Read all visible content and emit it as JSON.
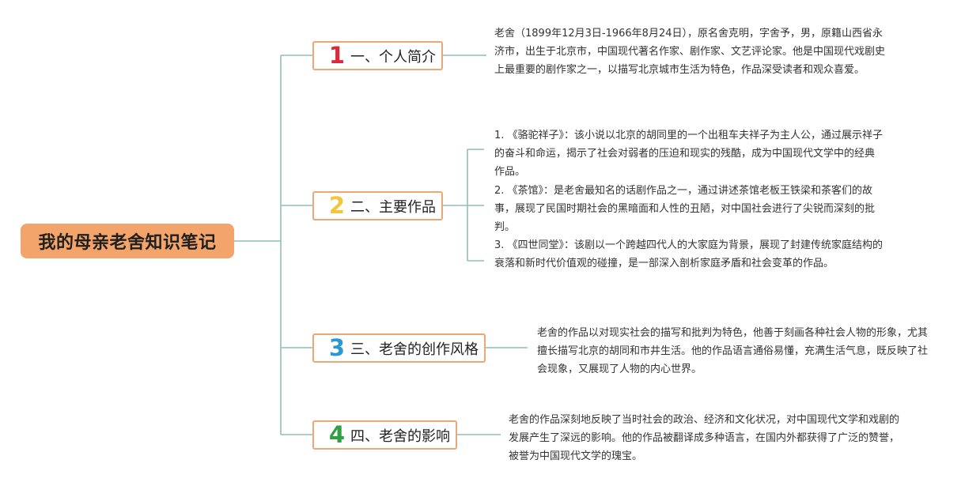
{
  "root": {
    "label": "我的母亲老舍知识笔记"
  },
  "branches": [
    {
      "number": "1",
      "number_color": "#d92b3a",
      "label": "一、个人简介",
      "notes": [
        "老舍（1899年12月3日-1966年8月24日），原名舍克明，字舍予，男，原籍山西省永济市，出生于北京市，中国现代著名作家、剧作家、文艺评论家。他是中国现代戏剧史上最重要的剧作家之一，以描写北京城市生活为特色，作品深受读者和观众喜爱。"
      ]
    },
    {
      "number": "2",
      "number_color": "#f2c53a",
      "label": "二、主要作品",
      "notes": [
        "1. 《骆驼祥子》：该小说以北京的胡同里的一个出租车夫祥子为主人公，通过展示祥子的奋斗和命运，揭示了社会对弱者的压迫和现实的残酷，成为中国现代文学中的经典作品。",
        "2. 《茶馆》：是老舍最知名的话剧作品之一，通过讲述茶馆老板王铁梁和茶客们的故事，展现了民国时期社会的黑暗面和人性的丑陋，对中国社会进行了尖锐而深刻的批判。",
        "3. 《四世同堂》：该剧以一个跨越四代人的大家庭为背景，展现了封建传统家庭结构的衰落和新时代价值观的碰撞，是一部深入剖析家庭矛盾和社会变革的作品。"
      ]
    },
    {
      "number": "3",
      "number_color": "#2a98d4",
      "label": "三、老舍的创作风格",
      "notes": [
        "老舍的作品以对现实社会的描写和批判为特色，他善于刻画各种社会人物的形象，尤其擅长描写北京的胡同和市井生活。他的作品语言通俗易懂，充满生活气息，既反映了社会现象，又展现了人物的内心世界。"
      ]
    },
    {
      "number": "4",
      "number_color": "#2f9e44",
      "label": "四、老舍的影响",
      "notes": [
        "老舍的作品深刻地反映了当时社会的政治、经济和文化状况，对中国现代文学和戏剧的发展产生了深远的影响。他的作品被翻译成多种语言，在国内外都获得了广泛的赞誉，被誉为中国现代文学的瑰宝。"
      ]
    }
  ]
}
